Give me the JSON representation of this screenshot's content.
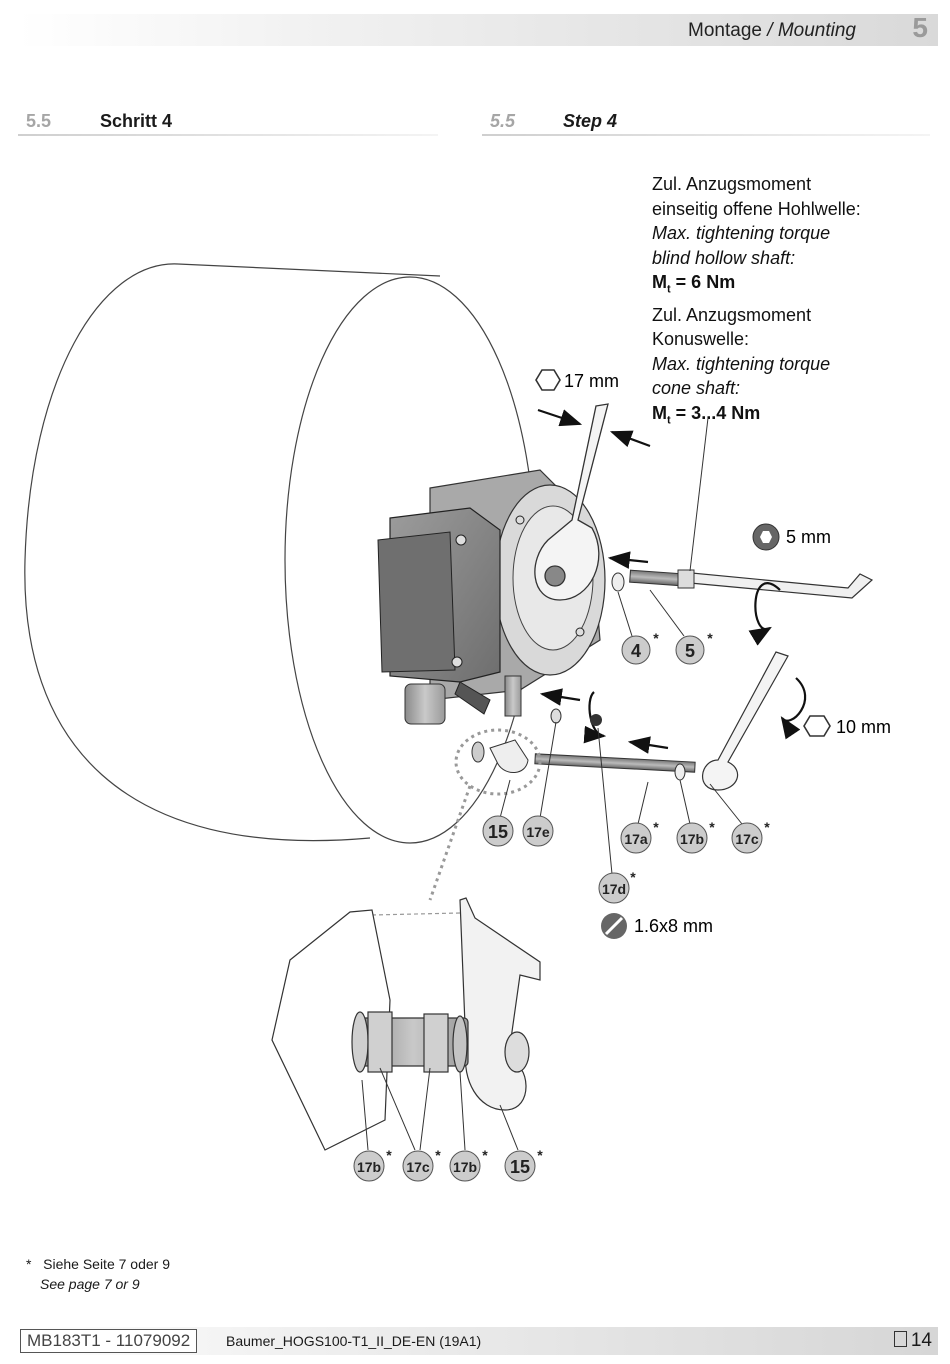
{
  "header": {
    "title_de": "Montage",
    "separator": " / ",
    "title_en": "Mounting",
    "chapter": "5"
  },
  "section_de": {
    "number": "5.5",
    "title": "Schritt 4"
  },
  "section_en": {
    "number": "5.5",
    "title": "Step 4"
  },
  "torque": {
    "line1_de": "Zul. Anzugsmoment",
    "line2_de": "einseitig offene Hohlwelle:",
    "line1_en": "Max. tightening torque",
    "line2_en": "blind hollow shaft:",
    "value1_symbol": "M",
    "value1_sub": "t",
    "value1": " = 6 Nm",
    "line3_de": "Zul. Anzugsmoment",
    "line4_de": "Konuswelle:",
    "line3_en": "Max. tightening torque",
    "line4_en": "cone shaft:",
    "value2_symbol": "M",
    "value2_sub": "t",
    "value2": " = 3...4 Nm"
  },
  "tools": {
    "wrench_17": "17 mm",
    "hex_key_5": "5 mm",
    "wrench_10": "10 mm",
    "pin_drift": "1.6x8 mm"
  },
  "part_labels": {
    "p4": "4",
    "p5": "5",
    "p15": "15",
    "p17e": "17e",
    "p17a": "17a",
    "p17b": "17b",
    "p17c": "17c",
    "p17d": "17d",
    "d17b_1": "17b",
    "d17c": "17c",
    "d17b_2": "17b",
    "d15": "15",
    "asterisk": "*"
  },
  "footnote": {
    "de": "Siehe Seite 7 oder 9",
    "en": "See page 7 or 9",
    "mark": "*"
  },
  "footer": {
    "doc_id": "MB183T1 - 11079092",
    "file": "Baumer_HOGS100-T1_II_DE-EN (19A1)",
    "page": "14"
  }
}
